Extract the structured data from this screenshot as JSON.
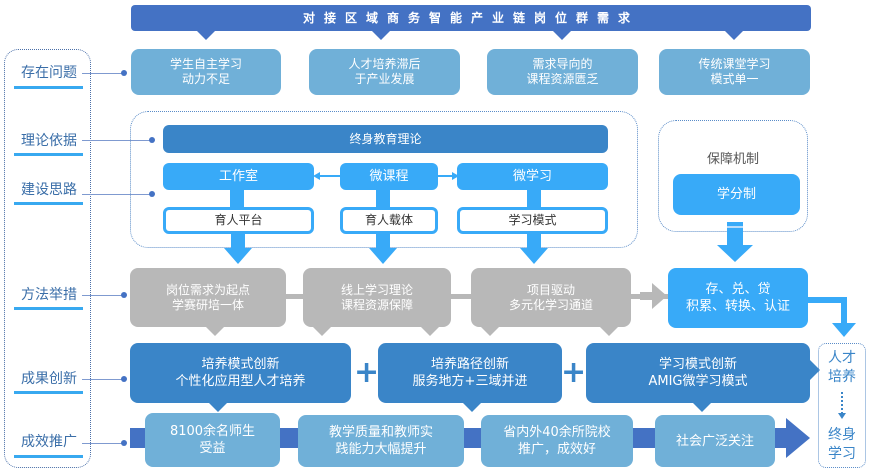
{
  "title": "对接区域商务智能产业链岗位群需求",
  "colors": {
    "banner": "#4472c4",
    "problem_box": "#70b0d8",
    "theory_bar": "#3a85c8",
    "sky_blue": "#38aaf8",
    "method_grey": "#b8b8b8",
    "innovation_blue": "#3a85c8",
    "label_text": "#3a6ea8",
    "label_underline": "#38a9f0"
  },
  "left_labels": [
    {
      "id": "problems",
      "label": "存在问题"
    },
    {
      "id": "theory",
      "label": "理论依据"
    },
    {
      "id": "approach",
      "label": "建设思路"
    },
    {
      "id": "methods",
      "label": "方法举措"
    },
    {
      "id": "innovation",
      "label": "成果创新"
    },
    {
      "id": "promotion",
      "label": "成效推广"
    }
  ],
  "problems": [
    "学生自主学习\n动力不足",
    "人才培养滞后\n于产业发展",
    "需求导向的\n课程资源匮乏",
    "传统课堂学习\n模式单一"
  ],
  "theory": {
    "bar": "终身教育理论",
    "pillars": [
      {
        "top": "工作室",
        "bottom": "育人平台"
      },
      {
        "top": "微课程",
        "bottom": "育人载体"
      },
      {
        "top": "微学习",
        "bottom": "学习模式"
      }
    ]
  },
  "guarantee": {
    "title": "保障机制",
    "item": "学分制"
  },
  "methods": [
    "岗位需求为起点\n学赛研培一体",
    "线上学习理论\n课程资源保障",
    "项目驱动\n多元化学习通道"
  ],
  "credit_box": "存、兑、贷\n积累、转换、认证",
  "innovations": [
    "培养模式创新\n个性化应用型人才培养",
    "培养路径创新\n服务地方+三域并进",
    "学习模式创新\nAMIG微学习模式"
  ],
  "plus_symbol": "+",
  "results": [
    "8100余名师生\n受益",
    "教学质量和教师实\n践能力大幅提升",
    "省内外40余所院校\n推广，成效好",
    "社会广泛关注"
  ],
  "outcome": {
    "top": "人才\n培养",
    "bottom": "终身\n学习"
  }
}
